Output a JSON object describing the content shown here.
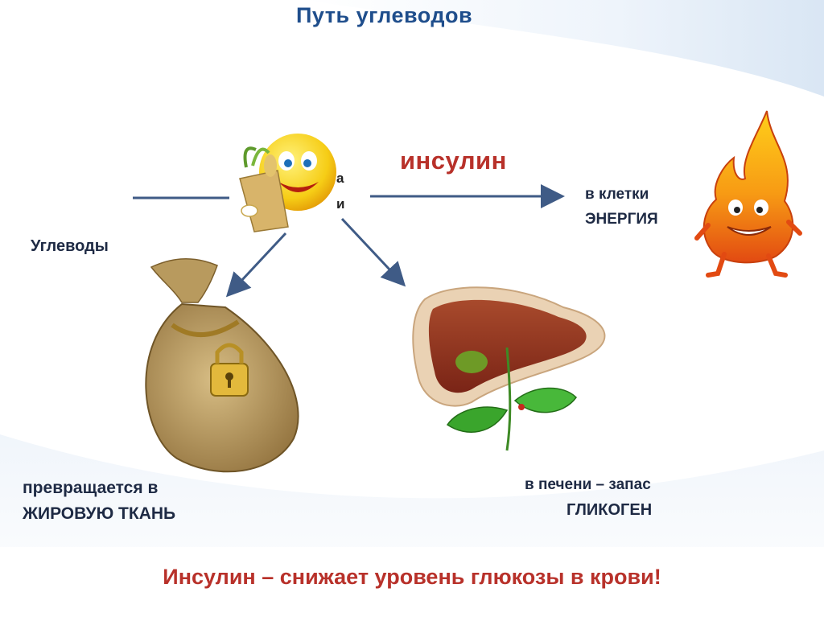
{
  "title": "Путь углеводов",
  "insulin_label": "инсулин",
  "carbs_label": "Углеводы",
  "cells": {
    "line1": "в клетки",
    "line2": "ЭНЕРГИЯ"
  },
  "fat": {
    "line1": "превращается в",
    "line2": "ЖИРОВУЮ ТКАНЬ"
  },
  "liver": {
    "line1": "в печени – запас",
    "line2": "ГЛИКОГЕН"
  },
  "conclusion": "Инсулин – снижает уровень глюкозы в крови!",
  "fragments": [
    "а",
    "и"
  ],
  "icons": [
    "sun-with-grocery-bag-icon",
    "flame-character-icon",
    "money-bag-with-padlock-icon",
    "liver-with-leaves-icon"
  ],
  "colors": {
    "title": "#1f4e8c",
    "accent": "#b8312a",
    "text": "#1e2a44",
    "arrow": "#3f5b86"
  }
}
